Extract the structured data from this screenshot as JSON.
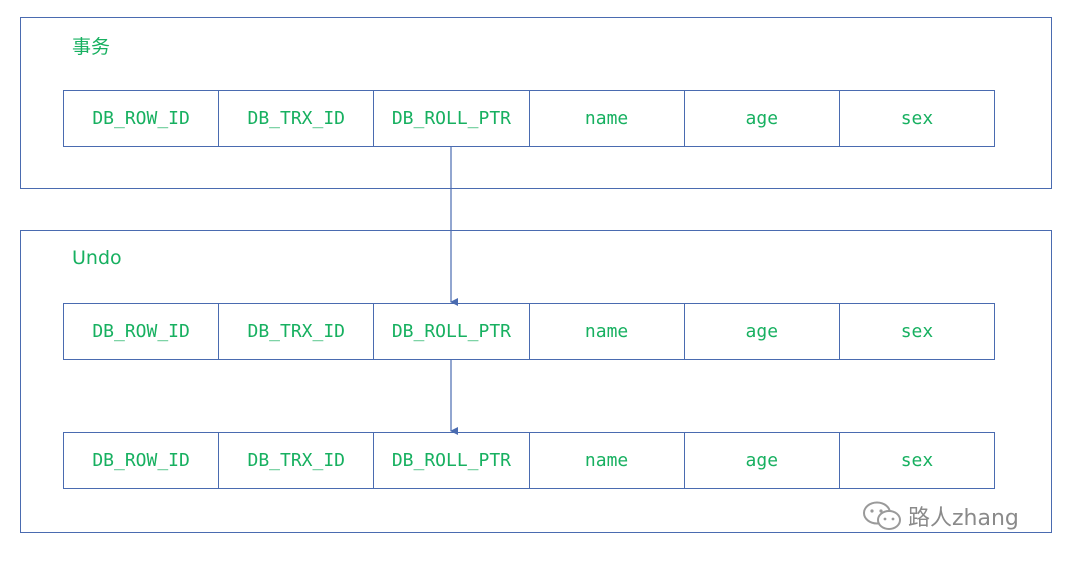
{
  "groups": {
    "transaction": {
      "title": "事务"
    },
    "undo": {
      "title": "Undo"
    }
  },
  "columns": [
    "DB_ROW_ID",
    "DB_TRX_ID",
    "DB_ROLL_PTR",
    "name",
    "age",
    "sex"
  ],
  "colors": {
    "border": "#4a6bb0",
    "text": "#17b060",
    "watermark": "#8a8a8a"
  },
  "watermark": {
    "text": "路人zhang",
    "icon": "wechat-icon"
  }
}
